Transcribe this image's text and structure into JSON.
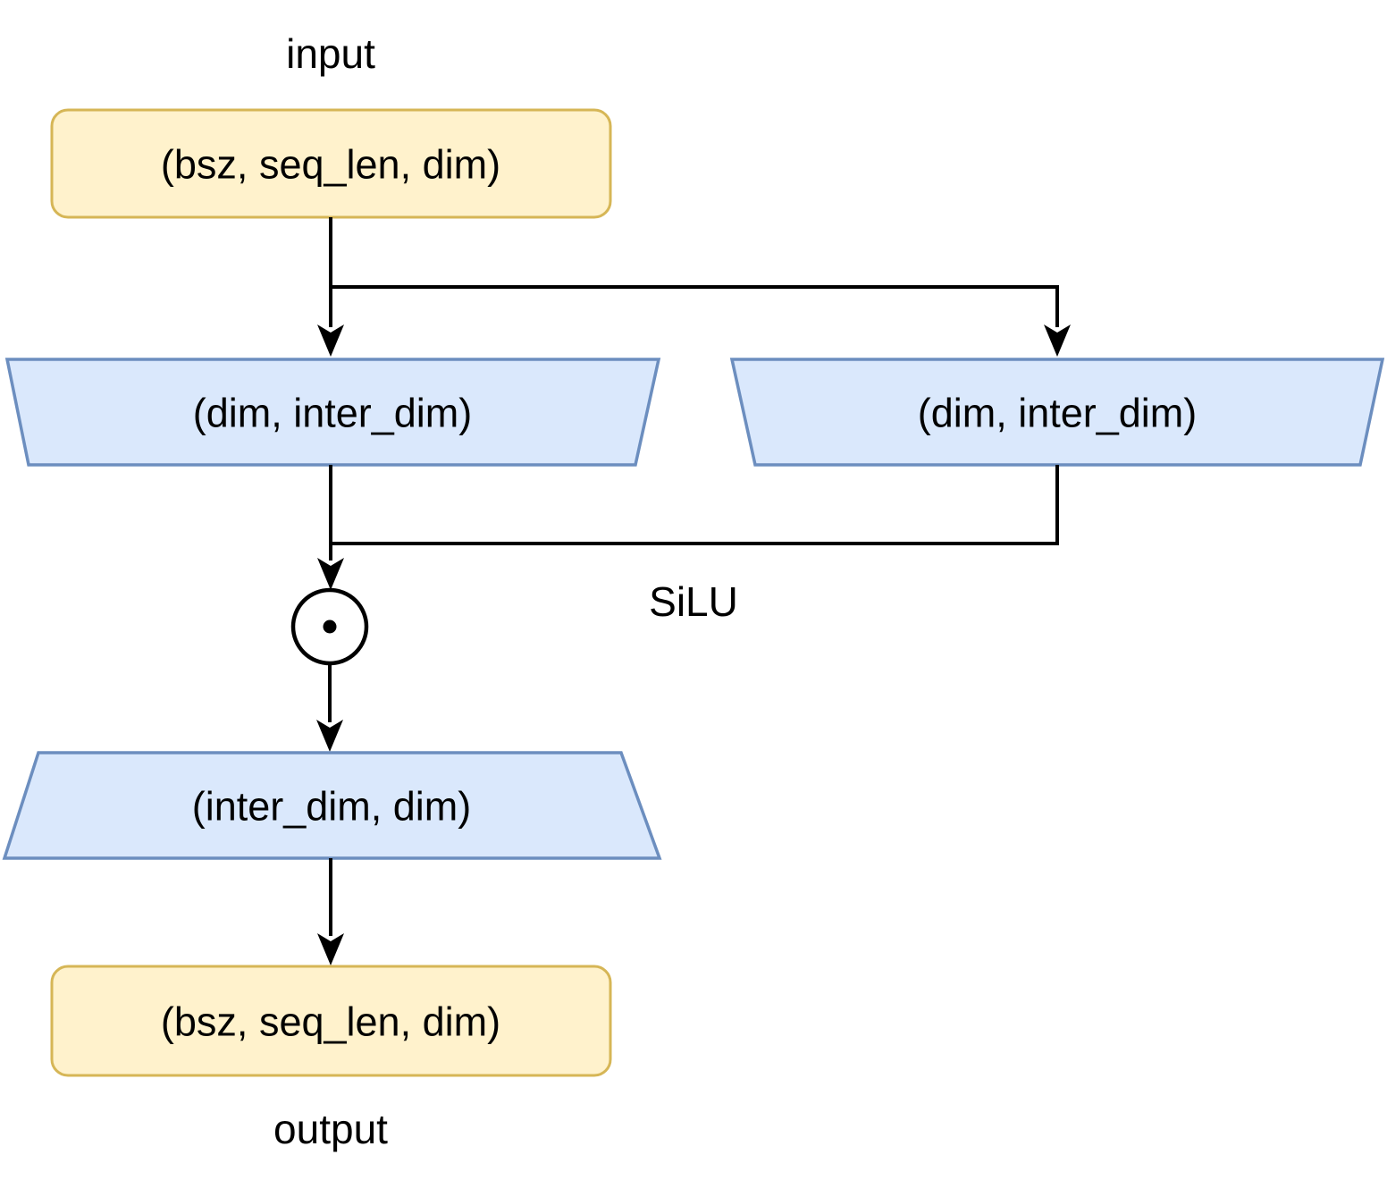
{
  "diagram": {
    "labels": {
      "input": "input",
      "output": "output",
      "activation": "SiLU"
    },
    "nodes": {
      "input_tensor": "(bsz, seq_len, dim)",
      "gate_proj": "(dim, inter_dim)",
      "up_proj": "(dim, inter_dim)",
      "down_proj": "(inter_dim, dim)",
      "output_tensor": "(bsz, seq_len, dim)"
    },
    "operator": "elementwise-multiply",
    "colors": {
      "tensor_fill": "#FFF2CC",
      "tensor_stroke": "#D6B656",
      "weight_fill": "#DAE8FC",
      "weight_stroke": "#6C8EBF",
      "edge": "#000000",
      "background": "#FFFFFF"
    }
  }
}
